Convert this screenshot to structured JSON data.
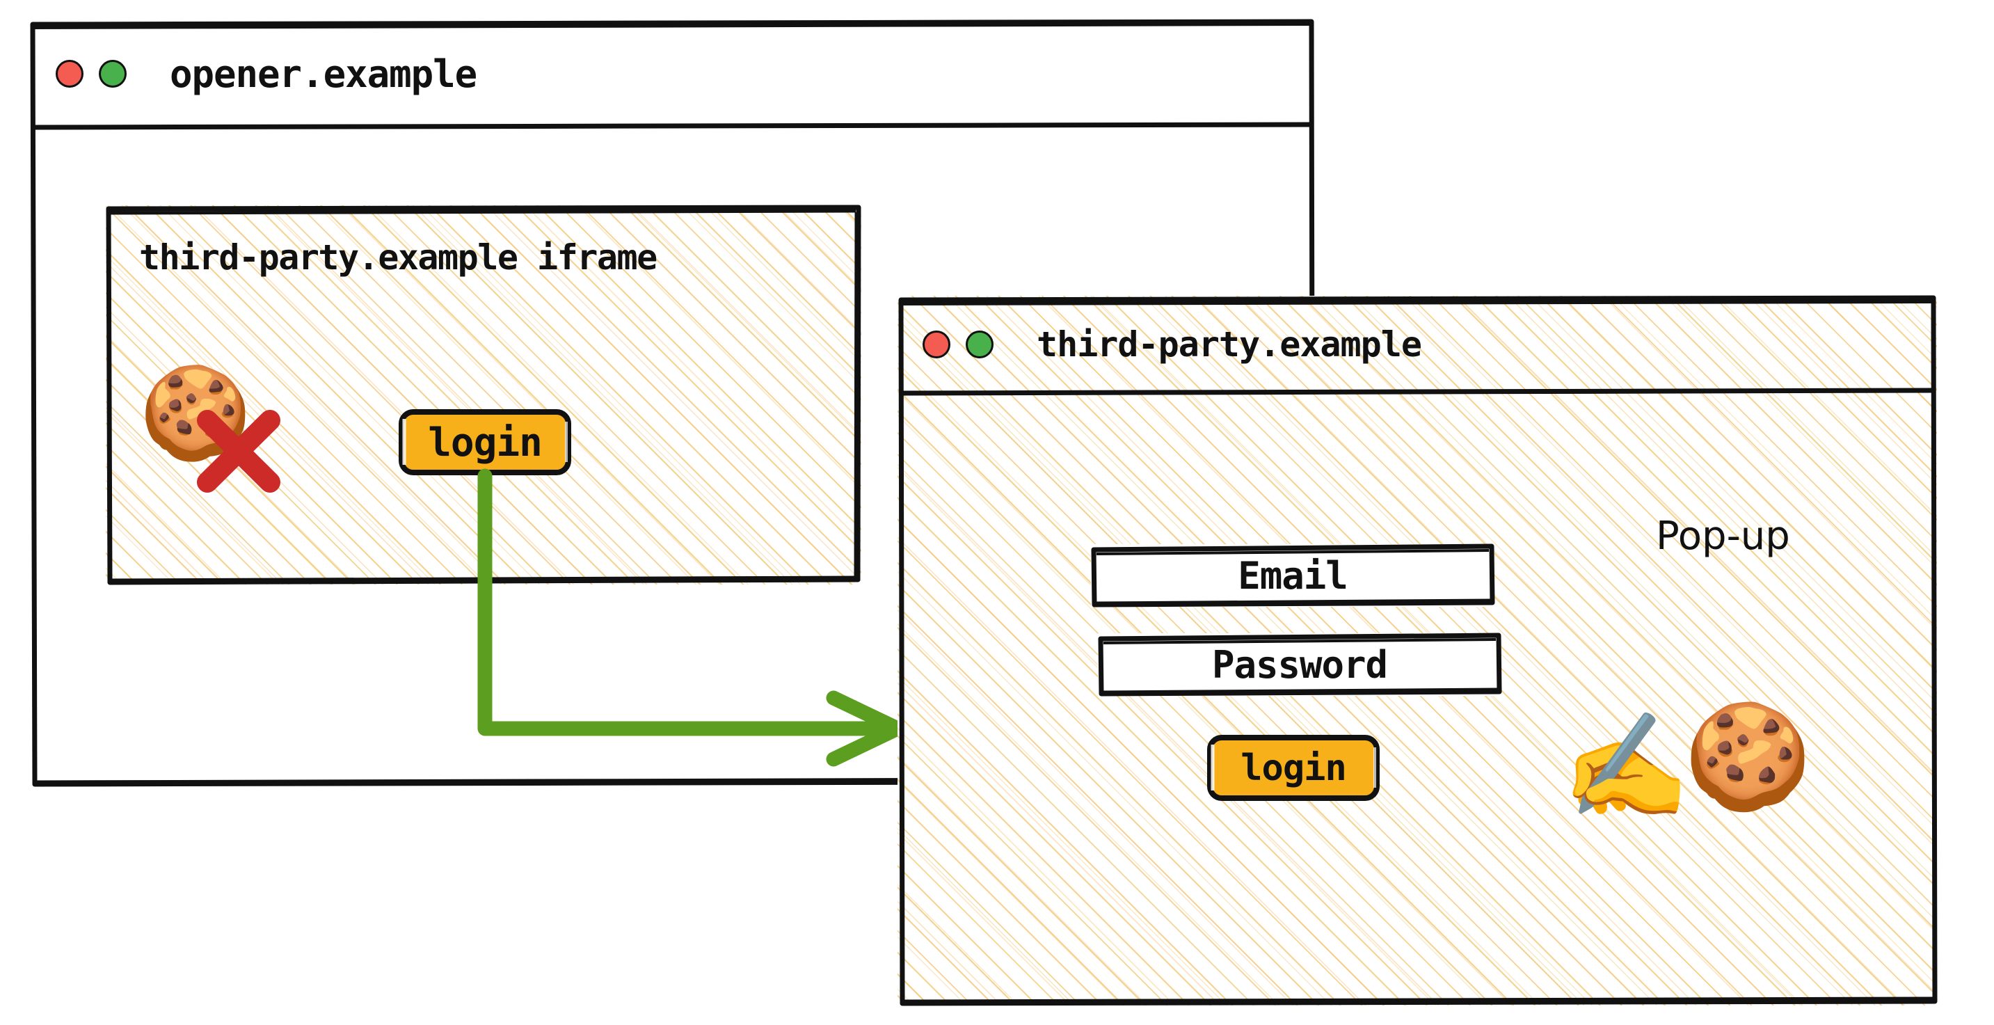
{
  "opener_window": {
    "name": "opener-window",
    "title": "opener.example",
    "controls": [
      {
        "name": "close-dot",
        "color": "#F45B51"
      },
      {
        "name": "minimize-dot",
        "color": "#48B14C"
      }
    ],
    "iframe": {
      "name": "third-party-iframe",
      "title": "third-party.example iframe",
      "cookie_icon": "cookie-icon",
      "cookie_blocked_icon": "cross-mark-icon",
      "login_button_label": "login"
    }
  },
  "popup_window": {
    "name": "popup-window",
    "title": "third-party.example",
    "label": "Pop-up",
    "controls": [
      {
        "name": "close-dot",
        "color": "#F45B51"
      },
      {
        "name": "minimize-dot",
        "color": "#48B14C"
      }
    ],
    "form": {
      "email_label": "Email",
      "password_label": "Password",
      "login_button_label": "login"
    },
    "cookie_write_icons": [
      "writing-hand-icon",
      "cookie-icon"
    ]
  },
  "flow": {
    "name": "login-to-popup-arrow",
    "color": "#5C9E1F",
    "description": "arrow from iframe login button to pop-up window"
  },
  "palette": {
    "button_fill": "#F7B01A",
    "stroke": "#111111",
    "hatch": "#F3C46E",
    "cross_red": "#CC2B28",
    "green": "#5C9E1F"
  },
  "glyphs": {
    "cookie": "🍪",
    "writing_hand": "✍️"
  }
}
